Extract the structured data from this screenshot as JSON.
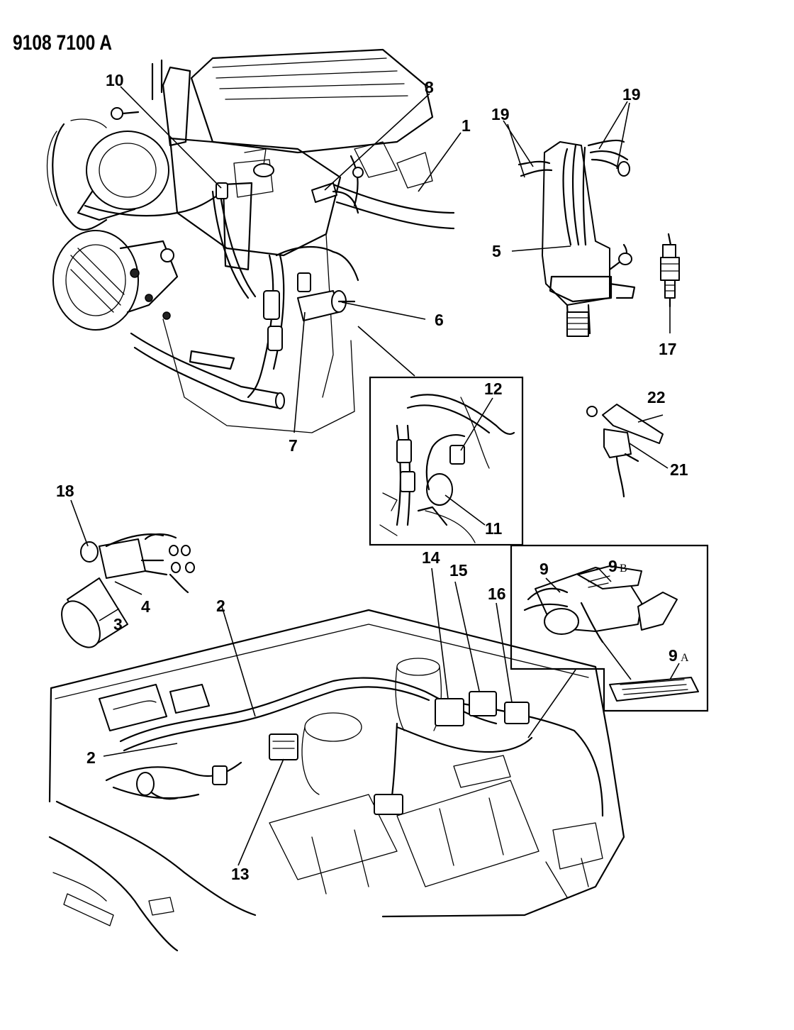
{
  "document_id": "9108 7100 A",
  "callouts": {
    "c1": "1",
    "c2a": "2",
    "c2b": "2",
    "c3": "3",
    "c4": "4",
    "c5": "5",
    "c6": "6",
    "c7": "7",
    "c8": "8",
    "c9": "9",
    "c9b": "9",
    "c9b_sub": "B",
    "c9a": "9",
    "c9a_sub": "A",
    "c10": "10",
    "c11": "11",
    "c12": "12",
    "c13": "13",
    "c14": "14",
    "c15": "15",
    "c16": "16",
    "c17": "17",
    "c18": "18",
    "c19a": "19",
    "c19b": "19",
    "c21": "21",
    "c22": "22"
  }
}
